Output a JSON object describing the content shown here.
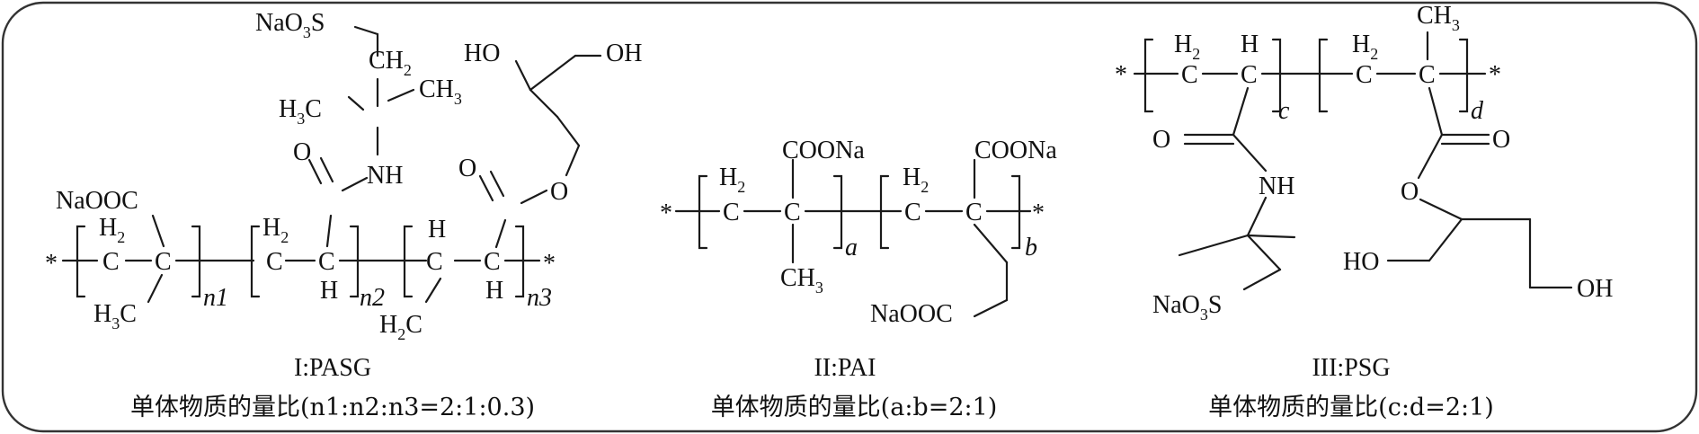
{
  "frame": {
    "border_color": "#333333"
  },
  "structure_I": {
    "labels": {
      "naso3s": "NaO3S",
      "ch2_top": "CH2",
      "h3c_left": "H3C",
      "ch3_right": "CH3",
      "ho_top": "HO",
      "oh_top": "OH",
      "o_amide": "O",
      "nh": "NH",
      "o_ester_dbl": "O",
      "o_ester": "O",
      "naooc": "NaOOC",
      "h2_a": "H2",
      "c_a": "C",
      "c_b": "C",
      "h3c_bottom": "H3C",
      "h2_b": "H2",
      "c_c": "C",
      "c_d": "C",
      "h_d": "H",
      "h_e_top": "H",
      "c_e": "C",
      "c_f": "C",
      "h_f": "H",
      "h2c_bottom": "H2C",
      "star_left": "*",
      "star_right": "*",
      "n1": "n1",
      "n2": "n2",
      "n3": "n3"
    },
    "caption": "I:PASG",
    "ratio": "单体物质的量比(n1:n2:n3=2:1:0.3)"
  },
  "structure_II": {
    "labels": {
      "star_left": "*",
      "h2_a": "H2",
      "c_a": "C",
      "c_b": "C",
      "cooNa_top_a": "COONa",
      "ch3": "CH3",
      "h2_b": "H2",
      "c_c": "C",
      "c_d": "C",
      "cooNa_top_b": "COONa",
      "naooc": "NaOOC",
      "star_right": "*",
      "a": "a",
      "b": "b"
    },
    "caption": "II:PAI",
    "ratio": "单体物质的量比(a:b=2:1)"
  },
  "structure_III": {
    "labels": {
      "star_left": "*",
      "h2_a": "H2",
      "h_a": "H",
      "c_a": "C",
      "c_b": "C",
      "h2_b": "H2",
      "c_c": "C",
      "c_d": "C",
      "ch3": "CH3",
      "star_right": "*",
      "c": "c",
      "d": "d",
      "o_amide": "O",
      "nh": "NH",
      "naso3s": "NaO3S",
      "o_ester_dbl": "O",
      "o_ester": "O",
      "ho": "HO",
      "oh": "OH"
    },
    "caption": "III:PSG",
    "ratio": "单体物质的量比(c:d=2:1)"
  }
}
